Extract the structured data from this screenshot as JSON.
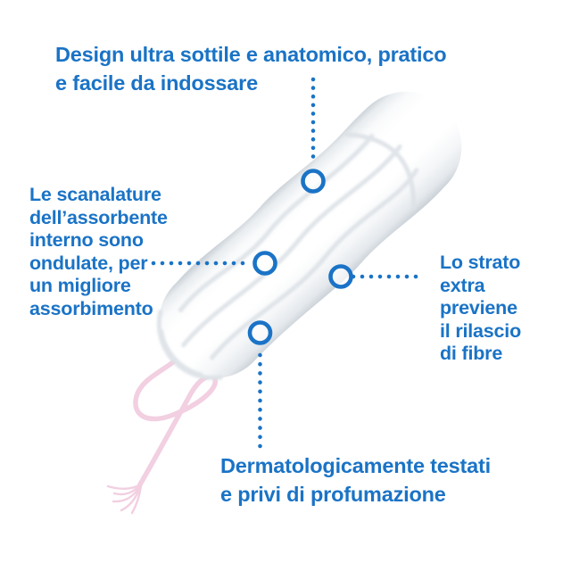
{
  "colors": {
    "accent": "#1a73c6",
    "string_pink": "#f2cfe1",
    "groove_gray": "#dde2e7"
  },
  "illustration": {
    "subject": "white tampon with wavy grooves and pink withdrawal string",
    "marker_count": 4
  },
  "callouts": {
    "top": {
      "text": "Design ultra sottile e anatomico, pratico\ne facile da indossare"
    },
    "left": {
      "text": "Le scanalature\ndell’assorbente\ninterno sono\nondulate, per\nun migliore\nassorbimento"
    },
    "right": {
      "text": "Lo strato\nextra\npreviene\nil rilascio\ndi fibre"
    },
    "bottom": {
      "text": "Dermatologicamente testati\ne privi di profumazione"
    }
  }
}
